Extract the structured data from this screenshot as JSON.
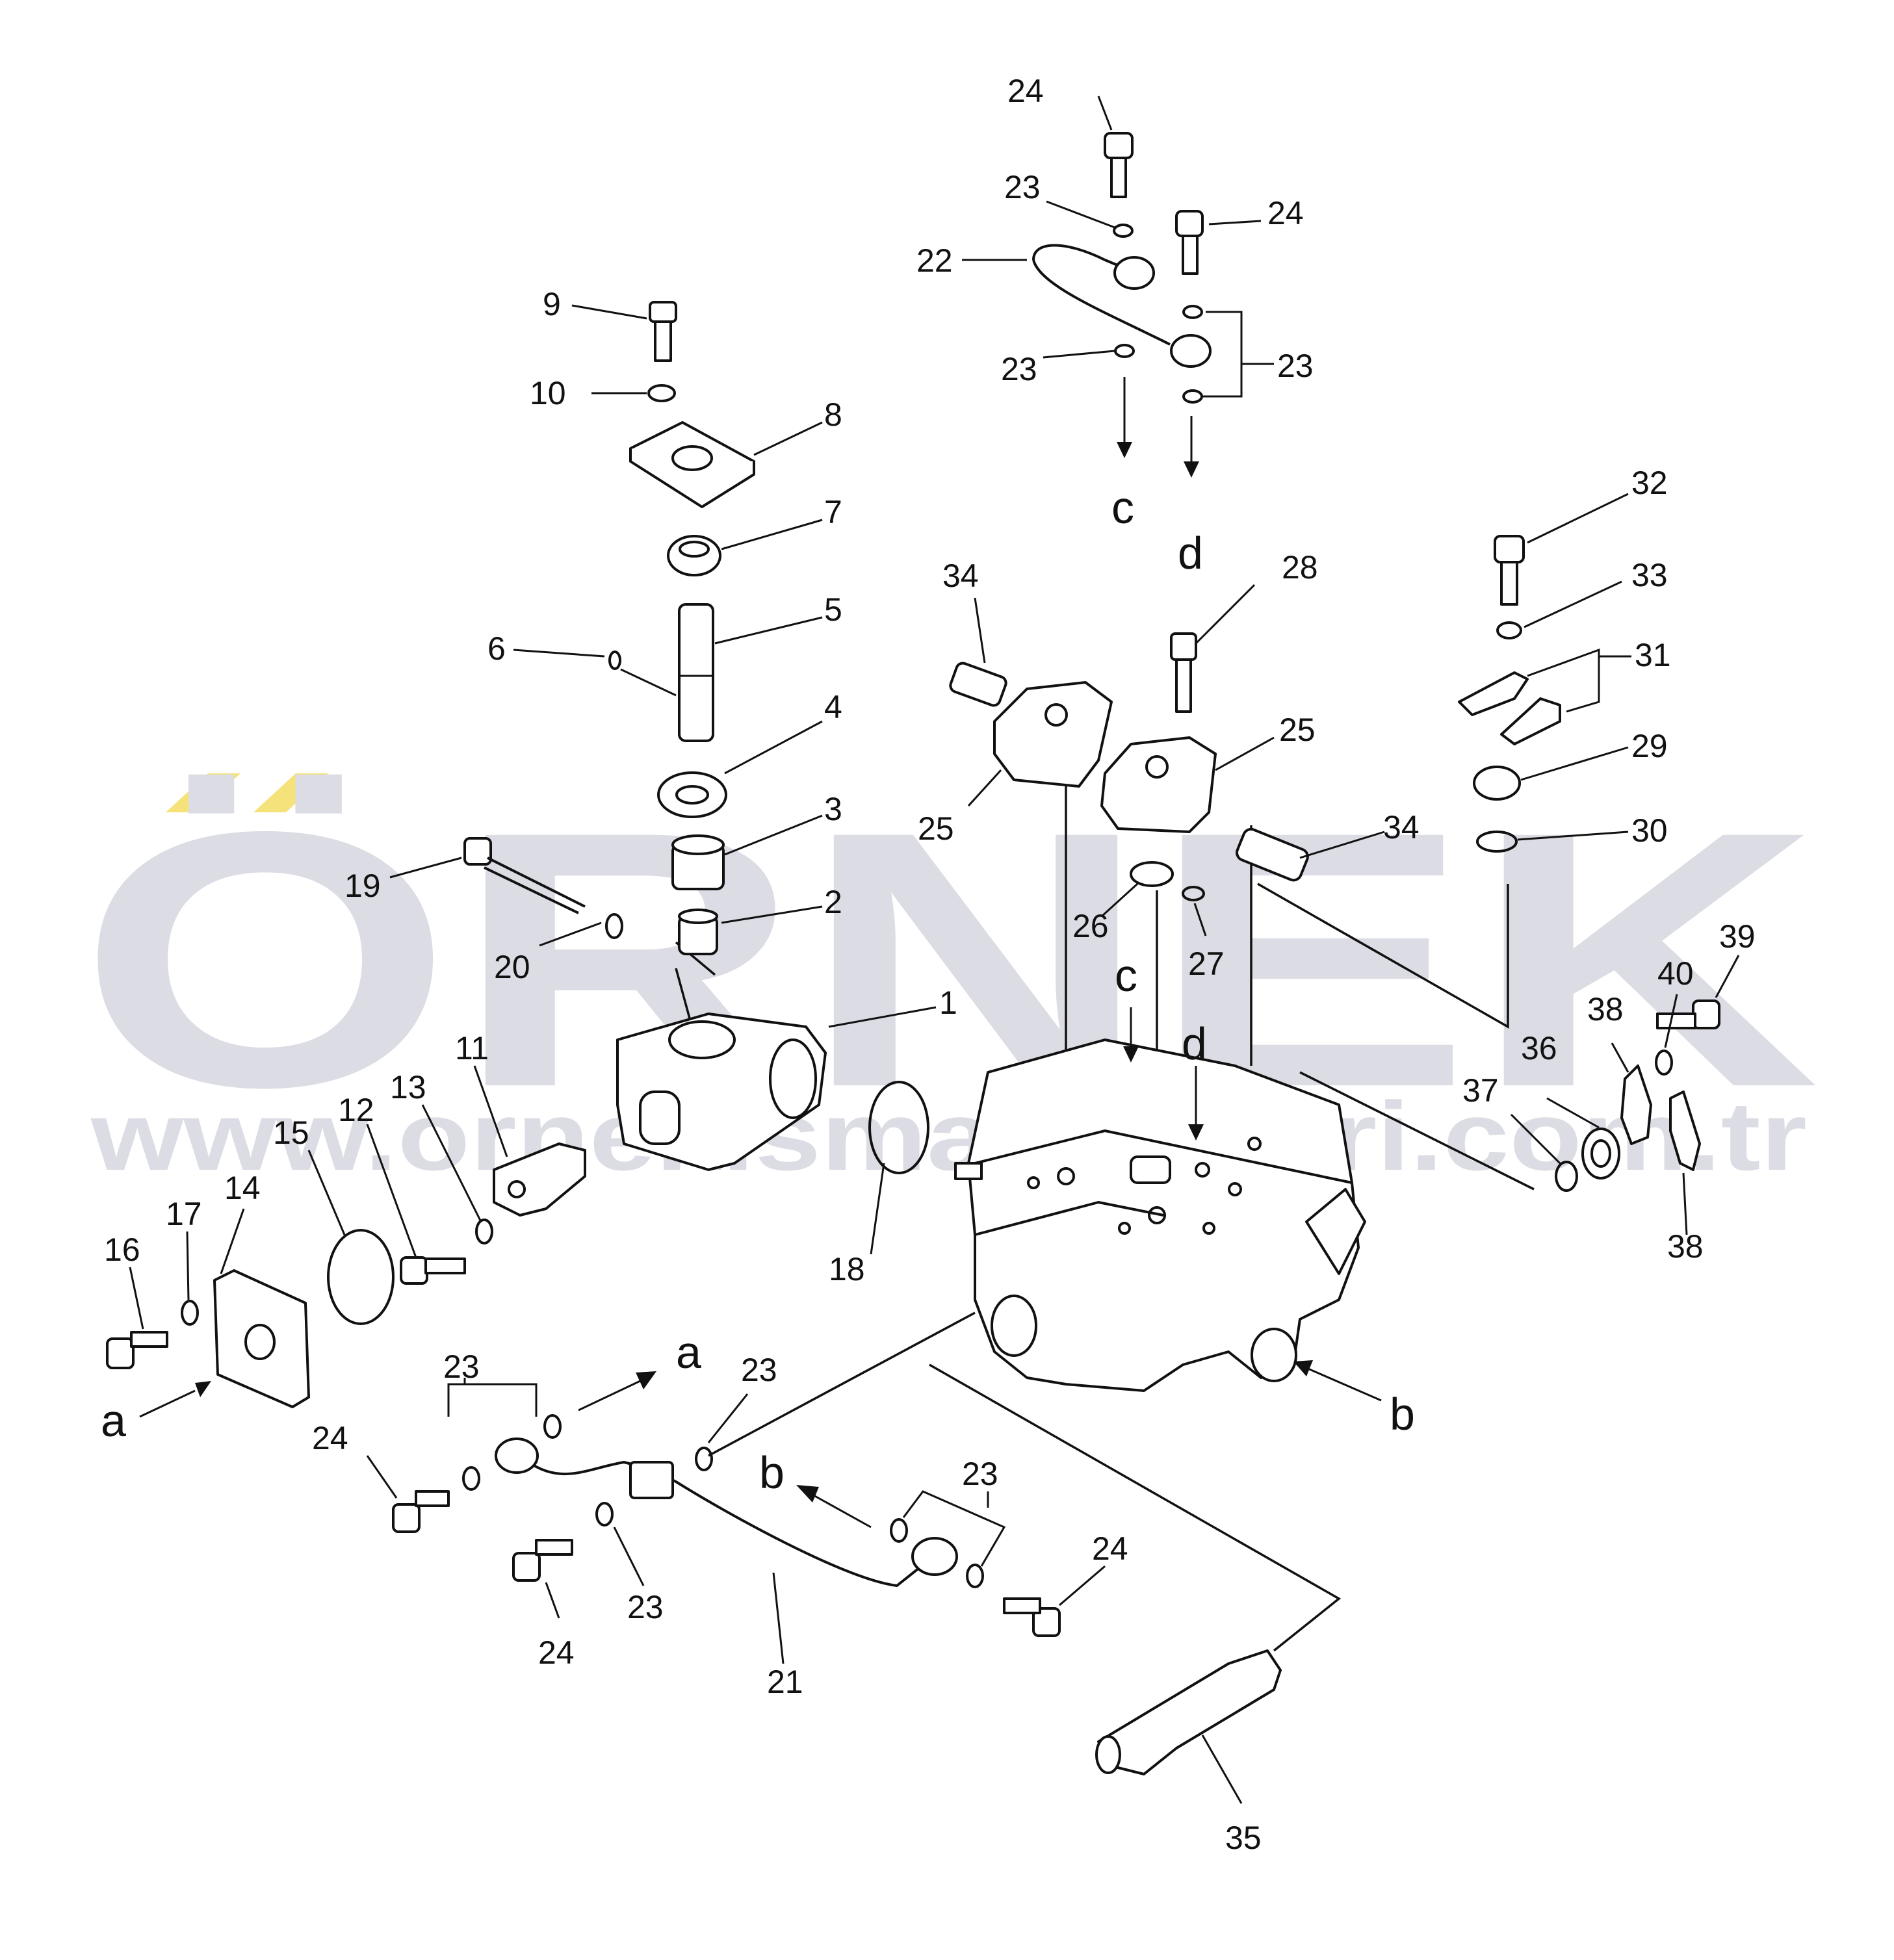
{
  "watermark": {
    "logo_text": "ÖRNEK",
    "url": "www.ornekismakinalari.com.tr",
    "logo_color": "#dcdce4",
    "accent_color": "#f5e27a"
  },
  "flow_markers": {
    "c_top": "c",
    "d_top": "d",
    "c_body": "c",
    "d_body": "d",
    "a_cover": "a",
    "a_pipe": "a",
    "b_pipe": "b",
    "b_body": "b"
  },
  "part_labels": {
    "p1": "1",
    "p2": "2",
    "p3": "3",
    "p4": "4",
    "p5": "5",
    "p6": "6",
    "p7": "7",
    "p8": "8",
    "p9": "9",
    "p10": "10",
    "p11": "11",
    "p12": "12",
    "p13": "13",
    "p14": "14",
    "p15": "15",
    "p16": "16",
    "p17": "17",
    "p18": "18",
    "p19": "19",
    "p20": "20",
    "p21": "21",
    "p22": "22",
    "p23a": "23",
    "p23b": "23",
    "p23c": "23",
    "p23d": "23",
    "p23e": "23",
    "p23f": "23",
    "p24a": "24",
    "p24b": "24",
    "p24c": "24",
    "p24d": "24",
    "p24e": "24",
    "p25a": "25",
    "p25b": "25",
    "p26": "26",
    "p27": "27",
    "p28": "28",
    "p29": "29",
    "p30": "30",
    "p31": "31",
    "p32": "32",
    "p33": "33",
    "p34a": "34",
    "p34b": "34",
    "p35": "35",
    "p36": "36",
    "p37": "37",
    "p38a": "38",
    "p38b": "38",
    "p39": "39",
    "p40": "40"
  }
}
